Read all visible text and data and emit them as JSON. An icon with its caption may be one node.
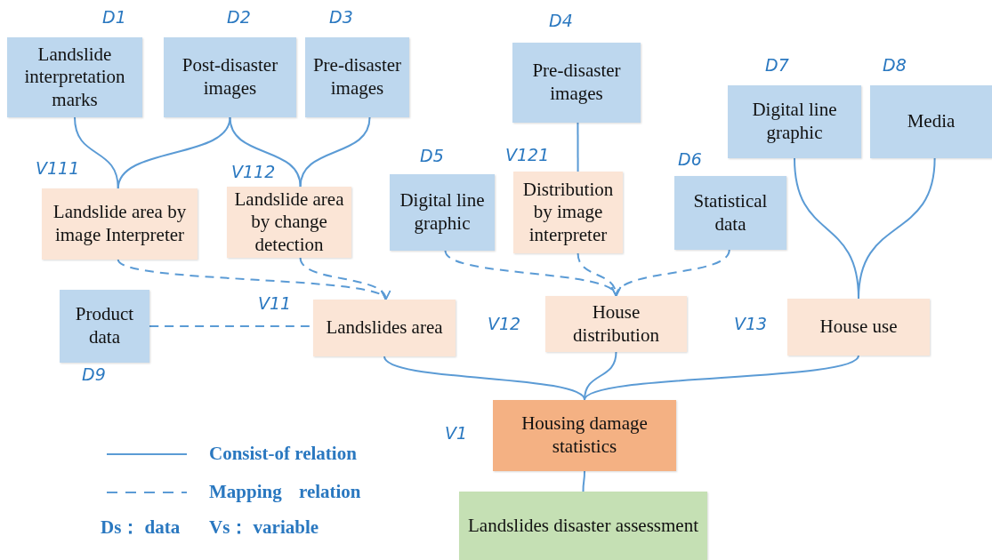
{
  "diagram": {
    "nodes": [
      {
        "text": [
          "Landslide interpretation marks"
        ],
        "beside": [
          "D1"
        ]
      },
      {
        "text": [
          "Post-disaster images"
        ],
        "beside": [
          "D2"
        ]
      },
      {
        "text": [
          "Pre-disaster images"
        ],
        "beside": [
          "D3"
        ]
      },
      {
        "text": [
          "Pre-disaster images"
        ],
        "beside": [
          "D4"
        ]
      },
      {
        "text": [
          "Digital line graphic"
        ],
        "beside": [
          "D7"
        ]
      },
      {
        "text": [
          "Media"
        ],
        "beside": [
          "D8"
        ]
      },
      {
        "text": [
          "Landslide area by image Interpreter"
        ],
        "beside": [
          "V111"
        ]
      },
      {
        "text": [
          "Landslide area by change detection"
        ],
        "beside": [
          "V112"
        ]
      },
      {
        "text": [
          "Digital line graphic"
        ],
        "beside": [
          "D5"
        ]
      },
      {
        "text": [
          "Distribution by image interpreter"
        ],
        "beside": [
          "V121"
        ]
      },
      {
        "text": [
          "Statistical data"
        ],
        "beside": [
          "D6"
        ]
      },
      {
        "text": [
          "Product data"
        ],
        "beside": [
          "D9"
        ]
      },
      {
        "text": [
          "Landslides area"
        ],
        "beside": [
          "V11"
        ]
      },
      {
        "text": [
          "House distribution"
        ],
        "beside": [
          "V12"
        ]
      },
      {
        "text": [
          "House use"
        ],
        "beside": [
          "V13"
        ]
      },
      {
        "text": [
          "Housing damage statistics"
        ],
        "beside": [
          "V1"
        ]
      },
      {
        "text": [
          "Landslides disaster assessment"
        ]
      }
    ],
    "edges": [
      {
        "from": 0,
        "to": 6,
        "arrow": "none"
      },
      {
        "from": 1,
        "to": 6,
        "arrow": "none"
      },
      {
        "from": 1,
        "to": 7,
        "arrow": "none"
      },
      {
        "from": 2,
        "to": 7,
        "arrow": "none"
      },
      {
        "from": 3,
        "to": 9,
        "arrow": "none"
      },
      {
        "from": 6,
        "to": 12,
        "arrow": "to",
        "style": "dashed"
      },
      {
        "from": 7,
        "to": 12,
        "arrow": "to",
        "style": "dashed"
      },
      {
        "from": 11,
        "to": 12,
        "arrow": "none",
        "style": "dashed"
      },
      {
        "from": 8,
        "to": 13,
        "arrow": "to",
        "style": "dashed"
      },
      {
        "from": 9,
        "to": 13,
        "arrow": "to",
        "style": "dashed"
      },
      {
        "from": 10,
        "to": 13,
        "arrow": "to",
        "style": "dashed"
      },
      {
        "from": 4,
        "to": 14,
        "arrow": "none"
      },
      {
        "from": 5,
        "to": 14,
        "arrow": "none"
      },
      {
        "from": 12,
        "to": 15,
        "arrow": "none"
      },
      {
        "from": 13,
        "to": 15,
        "arrow": "none"
      },
      {
        "from": 14,
        "to": 15,
        "arrow": "none"
      },
      {
        "from": 15,
        "to": 16,
        "arrow": "none"
      }
    ],
    "labels": [
      "Ds： data",
      "Vs： variable"
    ],
    "legend": [
      {
        "text": "Consist-of relation"
      },
      {
        "text": "Mapping relation"
      }
    ]
  }
}
